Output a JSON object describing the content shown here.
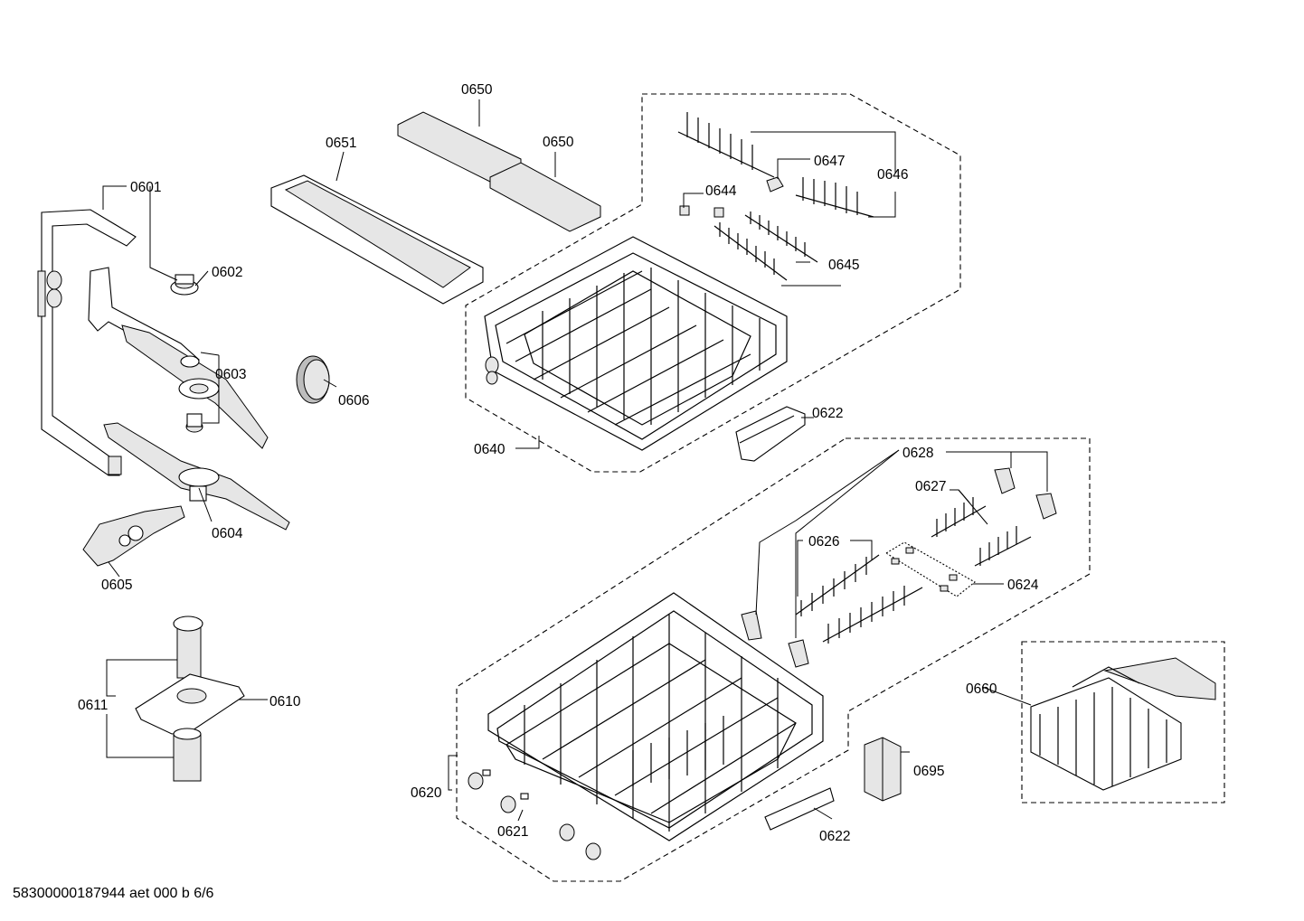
{
  "document_id": "58300000187944 aet 000 b 6/6",
  "labels": {
    "l0601": "0601",
    "l0602": "0602",
    "l0603": "0603",
    "l0604": "0604",
    "l0605": "0605",
    "l0606": "0606",
    "l0610": "0610",
    "l0611": "0611",
    "l0620": "0620",
    "l0621": "0621",
    "l0622a": "0622",
    "l0622b": "0622",
    "l0624": "0624",
    "l0626": "0626",
    "l0627": "0627",
    "l0628": "0628",
    "l0640": "0640",
    "l0644": "0644",
    "l0645": "0645",
    "l0646": "0646",
    "l0647": "0647",
    "l0650a": "0650",
    "l0650b": "0650",
    "l0651": "0651",
    "l0660": "0660",
    "l0695": "0695"
  }
}
